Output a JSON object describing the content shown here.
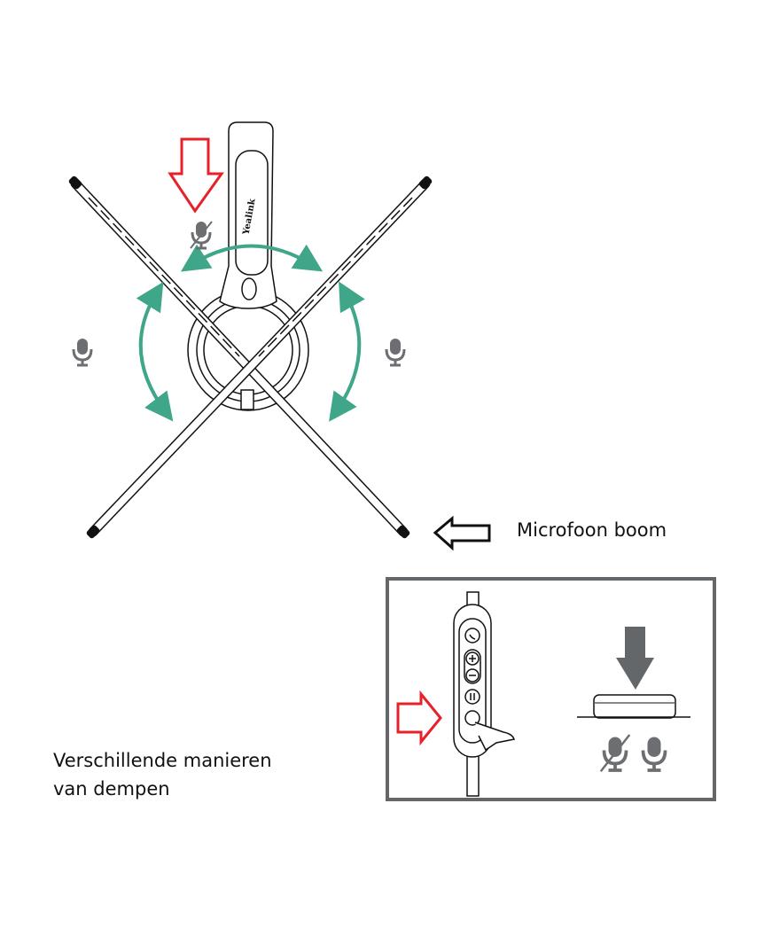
{
  "labels": {
    "boom": "Microfoon boom",
    "mute_line1": "Verschillende manieren",
    "mute_line2": "van dempen"
  },
  "logo": "Yealink",
  "colors": {
    "rotation_arrows": "#3fa689",
    "highlight_arrow": "#e8202a",
    "mic_icons": "#6d6e71",
    "inset_border": "#63676a"
  },
  "icons": [
    "mic-muted-icon",
    "mic-icon",
    "phone-icon",
    "plus-icon",
    "minus-icon",
    "voice-icon",
    "mute-icon"
  ]
}
